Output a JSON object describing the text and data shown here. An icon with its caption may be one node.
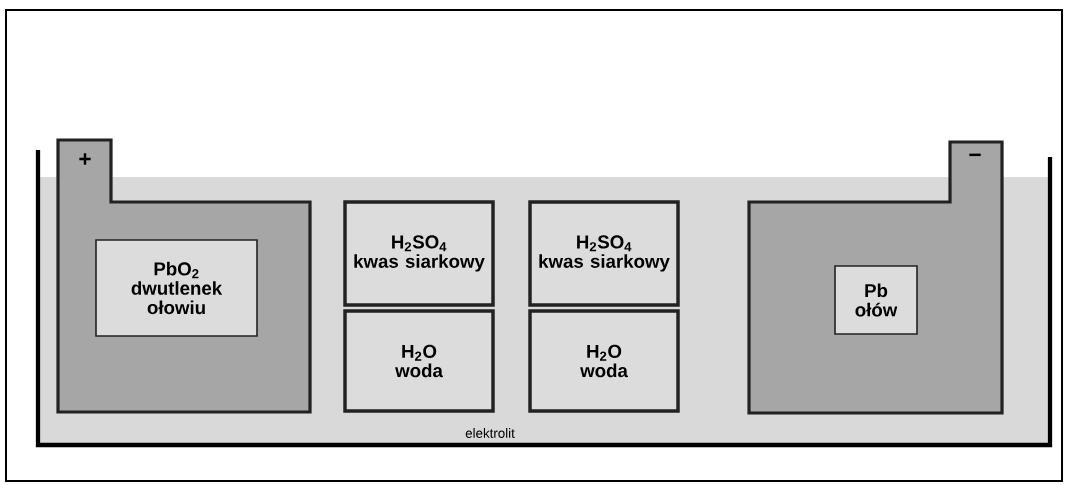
{
  "diagram": {
    "nodes": [
      {
        "text": [
          "elektrolit"
        ]
      },
      {
        "text": [
          "+"
        ]
      },
      {
        "text": [
          "PbO$_{2}$",
          "dwutlenek ołowiu"
        ],
        "in": 1
      },
      {
        "text": [
          "H$_{2}$SO$_{4}$",
          "kwas siarkowy"
        ],
        "in": 0
      },
      {
        "text": [
          "H$_{2}$O",
          "woda"
        ],
        "in": 0
      },
      {
        "text": [
          "H$_{2}$SO$_{4}$",
          "kwas siarkowy"
        ],
        "in": 0
      },
      {
        "text": [
          "H$_{2}$O",
          "woda"
        ],
        "in": 0
      },
      {
        "text": [
          "−"
        ]
      },
      {
        "text": [
          "Pb",
          "ołów"
        ],
        "in": 7
      }
    ]
  }
}
